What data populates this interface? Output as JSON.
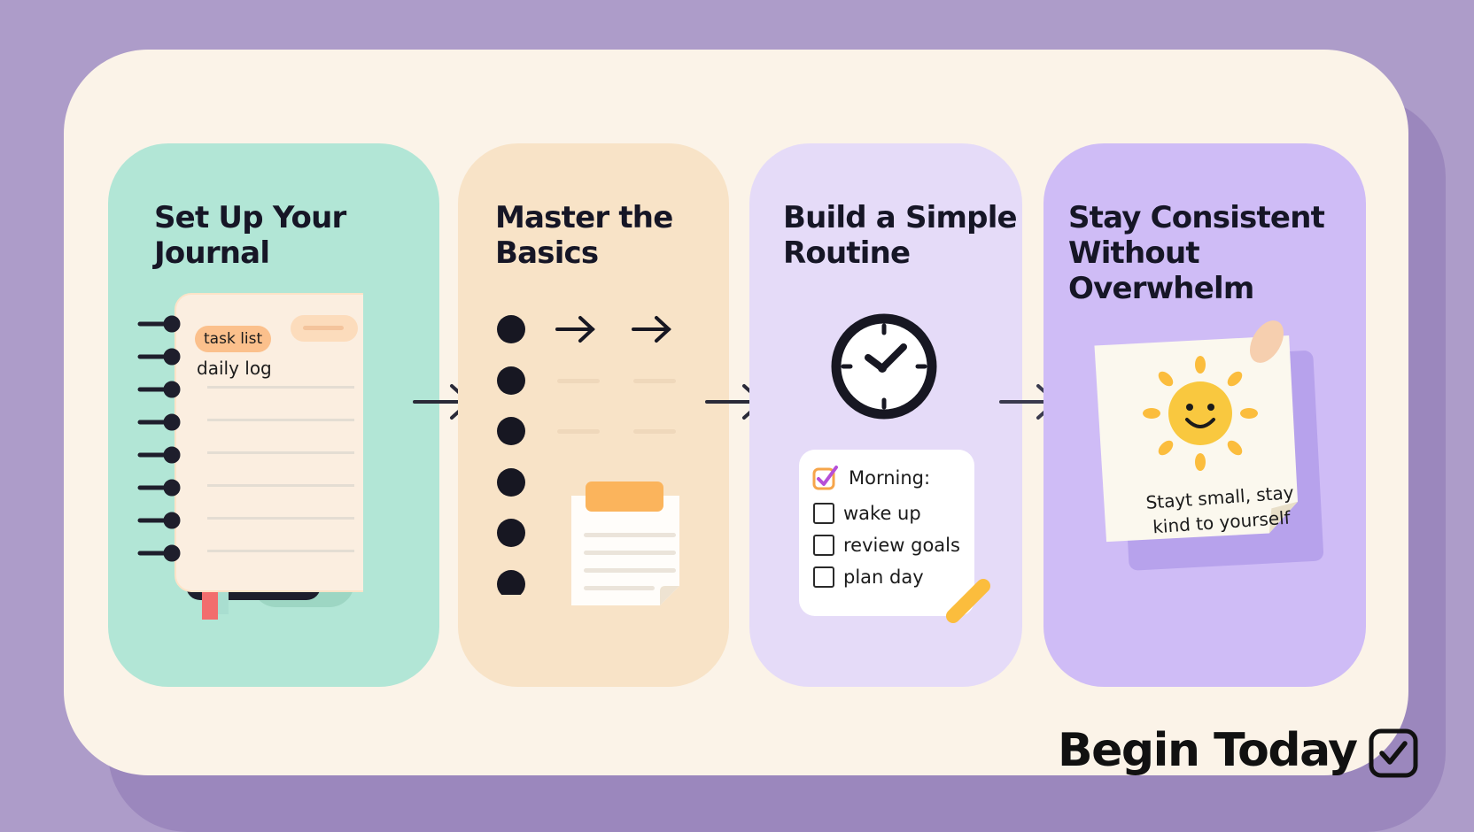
{
  "steps": [
    {
      "title": "Set Up Your\nJournal",
      "color": "#b2e6d6",
      "notebook": {
        "tag_label": "task list",
        "log_label": "daily log"
      }
    },
    {
      "title": "Master the\nBasics",
      "color": "#f8e3c7"
    },
    {
      "title": "Build a Simple\nRoutine",
      "color": "#e5dbf8",
      "routine": {
        "heading": "Morning:",
        "items": [
          "wake up",
          "review goals",
          "plan day"
        ]
      }
    },
    {
      "title": "Stay Consistent\nWithout Overwhelm",
      "color": "#cfbcf6",
      "note": {
        "text": "Stayt small, stay\nkind to yourself"
      }
    }
  ],
  "cta": {
    "label": "Begin Today"
  },
  "colors": {
    "background": "#ad9cc9",
    "card": "#fbf3e8",
    "ink": "#161626",
    "accent_orange": "#fbb45c",
    "accent_yellow": "#f9c83f"
  }
}
